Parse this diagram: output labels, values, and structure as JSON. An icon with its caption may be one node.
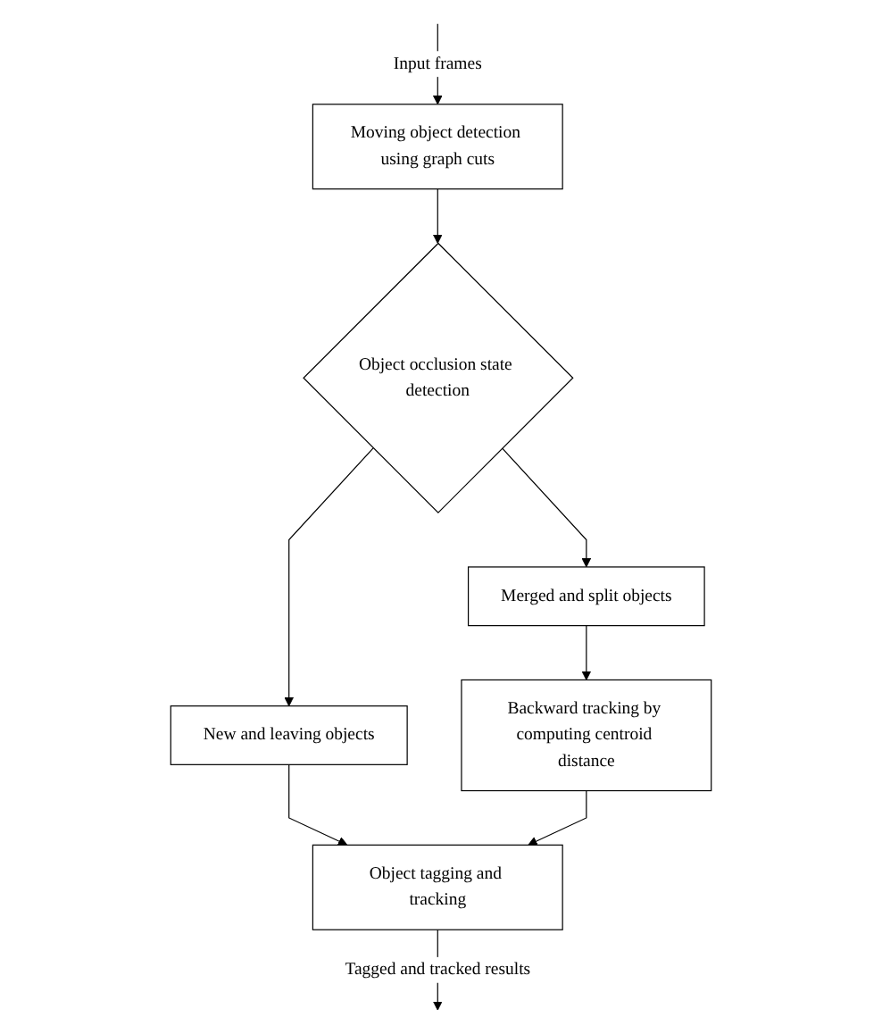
{
  "diagram": {
    "nodes": [
      {
        "text": [
          "Moving object detection using graph cuts"
        ]
      },
      {
        "text": [
          "Object occlusion state detection"
        ]
      },
      {
        "text": [
          "New and leaving objects"
        ]
      },
      {
        "text": [
          "Merged and split objects"
        ]
      },
      {
        "text": [
          "Object tagging and tracking"
        ]
      },
      {
        "text": [
          "Backward tracking by computing centroid distance"
        ]
      }
    ],
    "edges": [
      {
        "from": null,
        "to": 0,
        "arrow": "to",
        "label": "Input frames"
      },
      {
        "from": 0,
        "to": 1,
        "arrow": "to"
      },
      {
        "from": 1,
        "to": 2,
        "arrow": "to"
      },
      {
        "from": 1,
        "to": 3,
        "arrow": "to"
      },
      {
        "from": 2,
        "to": 4,
        "arrow": "to"
      },
      {
        "from": 3,
        "to": 5,
        "arrow": "to"
      },
      {
        "from": 5,
        "to": 4,
        "arrow": "to"
      },
      {
        "from": 4,
        "to": null,
        "arrow": "to",
        "label": "Tagged and tracked results"
      }
    ]
  }
}
